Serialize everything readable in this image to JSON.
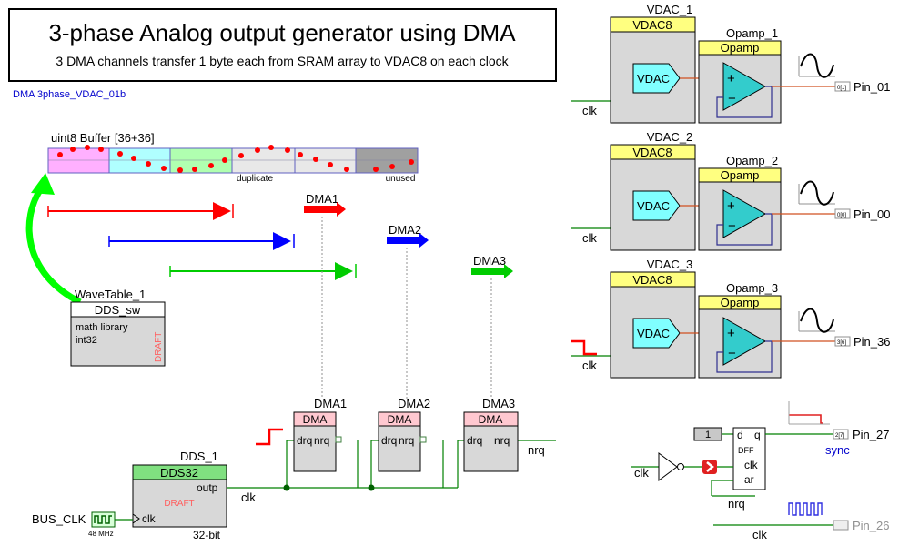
{
  "title": {
    "main": "3-phase Analog output generator using DMA",
    "subtitle": "3 DMA channels transfer 1 byte each from SRAM array to VDAC8 on each clock"
  },
  "project_label": "DMA 3phase_VDAC_01b",
  "buffer": {
    "label": "uint8 Buffer [36+36]",
    "duplicate_label": "duplicate",
    "unused_label": "unused"
  },
  "dma_arrows": [
    {
      "label": "DMA1",
      "color": "#ff0000"
    },
    {
      "label": "DMA2",
      "color": "#0000ff"
    },
    {
      "label": "DMA3",
      "color": "#00cc00"
    }
  ],
  "wavetable": {
    "instance": "WaveTable_1",
    "type": "DDS_sw",
    "line1": "math library",
    "line2": "int32",
    "draft": "DRAFT"
  },
  "dds": {
    "instance": "DDS_1",
    "type": "DDS32",
    "draft": "DRAFT",
    "outp": "outp",
    "clk_in": "clk",
    "bits": "32-bit"
  },
  "bus_clk": {
    "label": "BUS_CLK",
    "freq": "48 MHz"
  },
  "clk_net_label": "clk",
  "dma_blocks": [
    {
      "instance": "DMA1",
      "type": "DMA",
      "drq": "drq",
      "nrq": "nrq"
    },
    {
      "instance": "DMA2",
      "type": "DMA",
      "drq": "drq",
      "nrq": "nrq"
    },
    {
      "instance": "DMA3",
      "type": "DMA",
      "drq": "drq",
      "nrq": "nrq"
    }
  ],
  "dma3_nrq_net": "nrq",
  "vdac_channels": [
    {
      "vdac_instance": "VDAC_1",
      "vdac_type": "VDAC8",
      "vdac_inner": "VDAC",
      "opamp_instance": "Opamp_1",
      "opamp_type": "Opamp",
      "clk": "clk",
      "pin": "Pin_01",
      "pin_tag": "0[1]"
    },
    {
      "vdac_instance": "VDAC_2",
      "vdac_type": "VDAC8",
      "vdac_inner": "VDAC",
      "opamp_instance": "Opamp_2",
      "opamp_type": "Opamp",
      "clk": "clk",
      "pin": "Pin_00",
      "pin_tag": "0[0]"
    },
    {
      "vdac_instance": "VDAC_3",
      "vdac_type": "VDAC8",
      "vdac_inner": "VDAC",
      "opamp_instance": "Opamp_3",
      "opamp_type": "Opamp",
      "clk": "clk",
      "pin": "Pin_36",
      "pin_tag": "3[6]"
    }
  ],
  "dff": {
    "const_value": "1",
    "d": "d",
    "q": "q",
    "name": "DFF",
    "clk": "clk",
    "ar": "ar",
    "clk_in_label": "clk",
    "nrq_label": "nrq",
    "out_pin": "Pin_27",
    "out_pin_tag": "2[7]",
    "sync_label": "sync"
  },
  "pin26": {
    "label": "Pin_26",
    "clk_label": "clk"
  },
  "colors": {
    "yellow_header": "#ffff80",
    "green_header": "#80e080",
    "pink_header": "#ffc8d0",
    "block_body": "#d8d8d8",
    "vdac_cyan": "#80ffff",
    "opamp_cyan": "#33cccc",
    "wire_green": "#008000",
    "wire_orange": "#d05020",
    "wire_blue": "#303090",
    "draft_text": "#ff6060",
    "net_blue": "#0000cc"
  }
}
